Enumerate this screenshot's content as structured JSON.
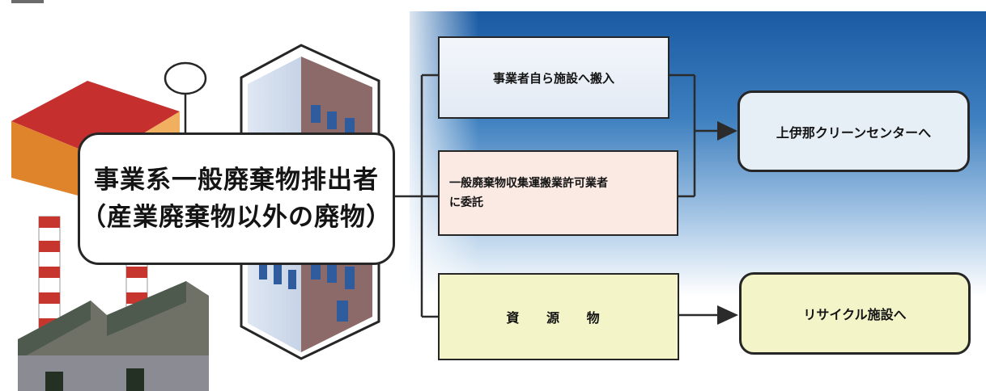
{
  "discharger": {
    "line1": "事業系一般廃棄物排出者",
    "line2": "（産業廃棄物以外の廃物）"
  },
  "options": {
    "self_transport": "事業者自ら施設へ搬入",
    "contractor_line1": "一般廃棄物収集運搬業許可業者",
    "contractor_line2": "に委託",
    "resources": "資 源 物"
  },
  "destinations": {
    "clean_center": "上伊那クリーンセンターへ",
    "recycling": "リサイクル施設へ"
  },
  "colors": {
    "panel_blue": "#1f5fa6",
    "self_box": "#e3eaf4",
    "contract_box": "#fbe9e4",
    "resource_box": "#f3f4c8",
    "factory_roof": "#c5302f",
    "chimney_stripe": "#c7352f"
  }
}
